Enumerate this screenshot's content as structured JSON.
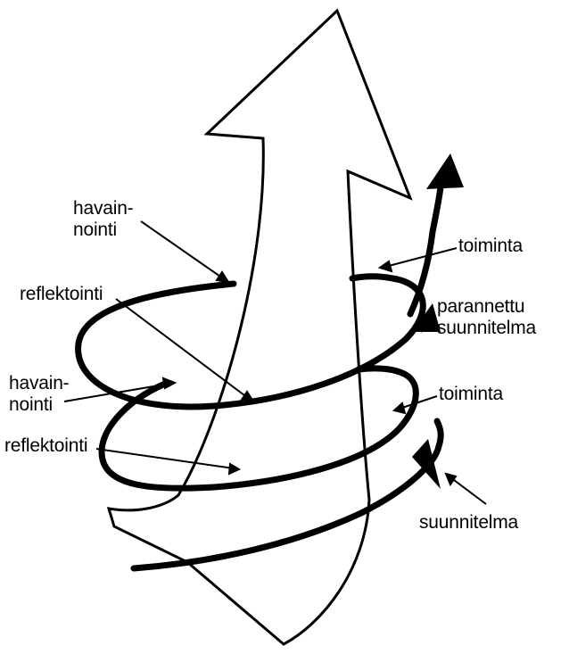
{
  "colors": {
    "ink": "#000000",
    "paper": "#ffffff"
  },
  "labels": {
    "havainnointi_top_line1": "havain-",
    "havainnointi_top_line2": "nointi",
    "reflektointi_top": "reflektointi",
    "havainnointi_bottom_line1": "havain-",
    "havainnointi_bottom_line2": "nointi",
    "reflektointi_bottom": "reflektointi",
    "toiminta_top": "toiminta",
    "parannettu_line1": "parannettu",
    "parannettu_line2": "suunnitelma",
    "toiminta_bottom": "toiminta",
    "suunnitelma": "suunnitelma"
  }
}
